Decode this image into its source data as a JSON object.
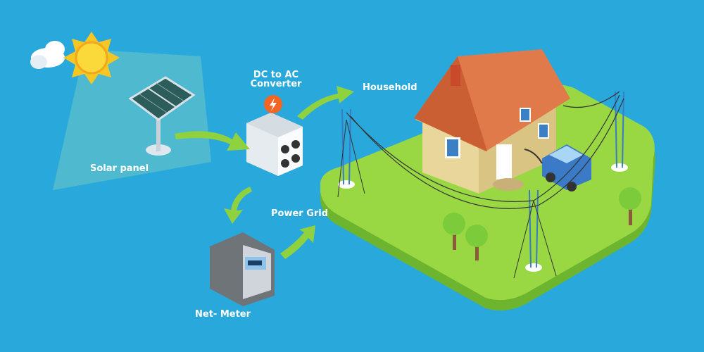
{
  "labels": {
    "solar_panel": "Solar panel",
    "converter_line1": "DC to AC",
    "converter_line2": "Converter",
    "household": "Household",
    "power_grid": "Power Grid",
    "net_meter": "Net- Meter"
  },
  "colors": {
    "background": "#29a9db",
    "arrow": "#8fd13f",
    "ground_top": "#9ad843",
    "ground_side": "#6db52f",
    "roof": "#e07a4a",
    "lightning_badge": "#f26522"
  }
}
